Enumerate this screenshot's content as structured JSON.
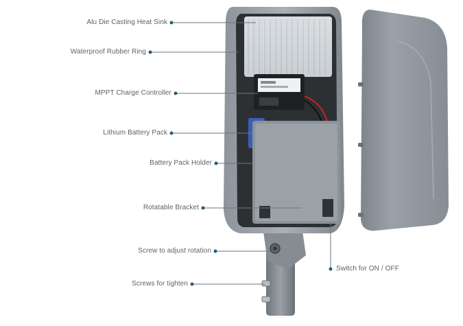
{
  "callouts": [
    {
      "id": "heat-sink",
      "text": "Alu Die Casting Heat Sink"
    },
    {
      "id": "rubber-ring",
      "text": "Waterproof Rubber Ring"
    },
    {
      "id": "charge-controller",
      "text": "MPPT Charge Controller"
    },
    {
      "id": "battery-pack",
      "text": "Lithium Battery Pack"
    },
    {
      "id": "battery-holder",
      "text": "Battery Pack Holder"
    },
    {
      "id": "rotatable-bracket",
      "text": "Rotatable Bracket"
    },
    {
      "id": "rotation-screw",
      "text": "Screw to adjust rotation"
    },
    {
      "id": "tighten-screws",
      "text": "Screws for tighten"
    },
    {
      "id": "power-switch",
      "text": "Switch for ON / OFF"
    }
  ]
}
